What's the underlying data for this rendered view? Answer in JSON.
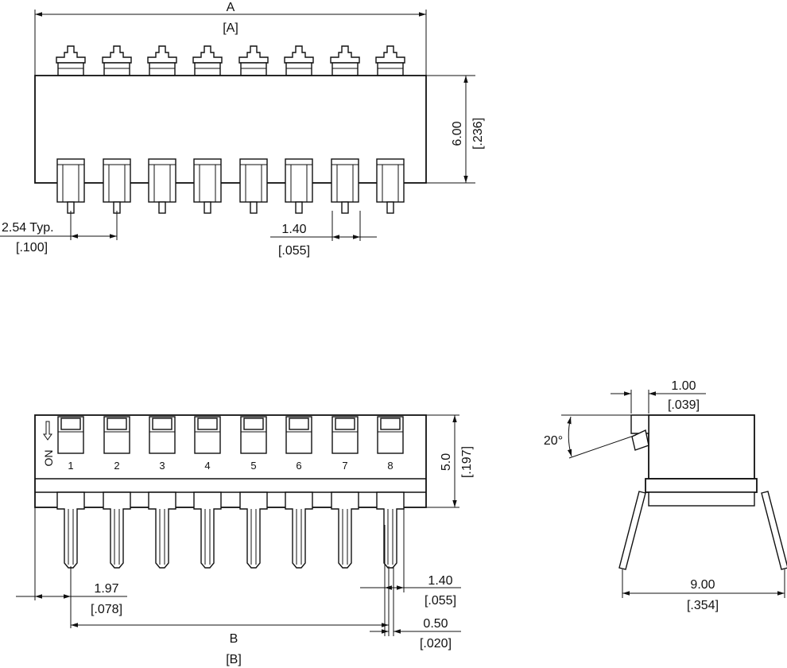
{
  "top_view": {
    "overall_length": {
      "value": "A",
      "alt": "[A]"
    },
    "height": {
      "value": "6.00",
      "alt": "[.236]"
    },
    "pitch": {
      "value": "2.54 Typ.",
      "alt": "[.100]"
    },
    "actuator_width": {
      "value": "1.40",
      "alt": "[.055]"
    }
  },
  "front_view": {
    "on_marker": "ON",
    "position_numbers": [
      "1",
      "2",
      "3",
      "4",
      "5",
      "6",
      "7",
      "8"
    ],
    "height": {
      "value": "5.0",
      "alt": "[.197]"
    },
    "edge_offset": {
      "value": "1.97",
      "alt": "[.078]"
    },
    "pin_width_wide": {
      "value": "1.40",
      "alt": "[.055]"
    },
    "pin_width_narrow": {
      "value": "0.50",
      "alt": "[.020]"
    },
    "pin_span": {
      "value": "B",
      "alt": "[B]"
    }
  },
  "side_view": {
    "actuator_travel": {
      "value": "1.00",
      "alt": "[.039]"
    },
    "angle": {
      "value": "20°"
    },
    "lead_span": {
      "value": "9.00",
      "alt": "[.354]"
    }
  },
  "colors": {
    "line": "#111111",
    "background": "#ffffff"
  }
}
